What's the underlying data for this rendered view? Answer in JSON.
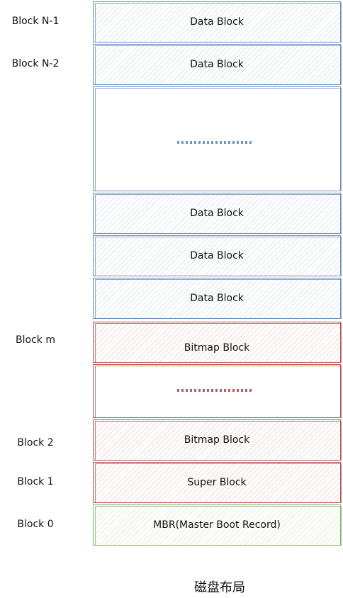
{
  "diagram": {
    "title": "磁盘布局",
    "left_labels": {
      "block_n1": "Block N-1",
      "block_n2": "Block N-2",
      "block_m": "Block m",
      "block_2": "Block 2",
      "block_1": "Block 1",
      "block_0": "Block 0"
    },
    "blocks": {
      "data_1": "Data Block",
      "data_2": "Data Block",
      "data_3": "Data Block",
      "data_4": "Data Block",
      "data_5": "Data Block",
      "bitmap_m": "Bitmap Block",
      "bitmap_2": "Bitmap Block",
      "super": "Super Block",
      "mbr": "MBR(Master Boot Record)"
    },
    "colors": {
      "blue": "#6c8ebf",
      "red": "#b85450",
      "green": "#82b366"
    }
  }
}
